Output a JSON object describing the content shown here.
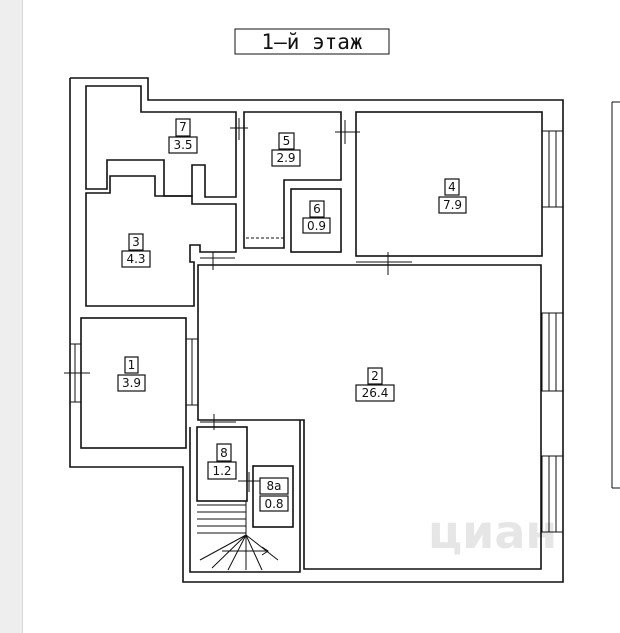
{
  "plan": {
    "title": "1–й  этаж",
    "watermark": "циан",
    "rooms": [
      {
        "number": "1",
        "area": "3.9"
      },
      {
        "number": "2",
        "area": "26.4"
      },
      {
        "number": "3",
        "area": "4.3"
      },
      {
        "number": "4",
        "area": "7.9"
      },
      {
        "number": "5",
        "area": "2.9"
      },
      {
        "number": "6",
        "area": "0.9"
      },
      {
        "number": "7",
        "area": "3.5"
      },
      {
        "number": "8",
        "area": "1.2"
      },
      {
        "number": "8а",
        "area": "0.8"
      }
    ]
  }
}
